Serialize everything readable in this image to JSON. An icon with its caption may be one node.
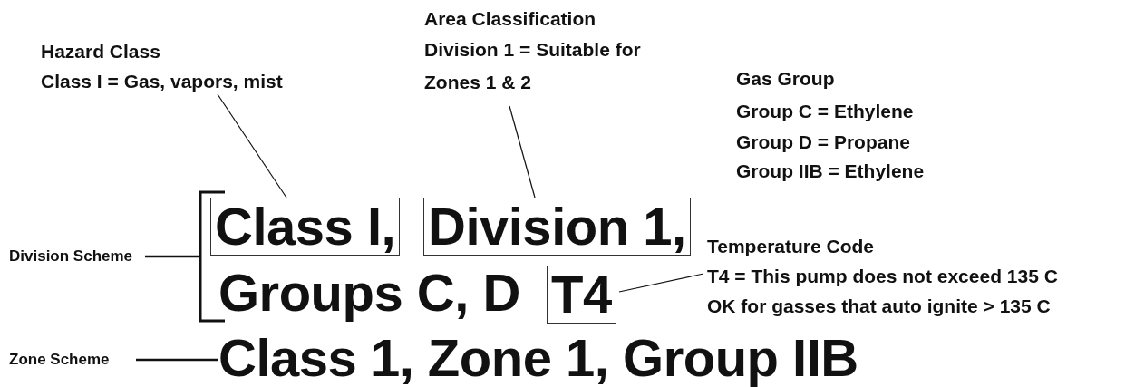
{
  "diagram": {
    "nodes": [
      {
        "text": [
          "Hazard Class",
          "Class I = Gas, vapors, mist"
        ]
      },
      {
        "text": [
          "Area Classification",
          "Division 1 = Suitable for Zones 1 & 2"
        ]
      },
      {
        "text": [
          "Division Scheme"
        ]
      },
      {
        "text": [
          "Class I,"
        ]
      },
      {
        "text": [
          "Division 1,"
        ]
      },
      {
        "text": [
          "Temperature Code",
          "T4 = This pump does not exceed 135 C",
          "OK for gasses that auto ignite > 135 C"
        ]
      },
      {
        "text": [
          "T4"
        ]
      },
      {
        "text": [
          "Zone Scheme"
        ]
      },
      {
        "text": [
          "Class 1, Zone 1, Group IIB"
        ]
      },
      {
        "text": [],
        "shape": "bracket"
      }
    ],
    "edges": [
      {
        "from": 0,
        "to": 3,
        "arrow": "none"
      },
      {
        "from": 1,
        "to": 4,
        "arrow": "none"
      },
      {
        "from": 2,
        "to": 9,
        "arrow": "none"
      },
      {
        "from": 6,
        "to": 5,
        "arrow": "none"
      },
      {
        "from": 7,
        "to": 8,
        "arrow": "none"
      }
    ],
    "labels": [
      "Gas Group",
      "Group C = Ethylene",
      "Group D = Propane",
      "Group IIB = Ethylene",
      "Groups C, D"
    ]
  }
}
